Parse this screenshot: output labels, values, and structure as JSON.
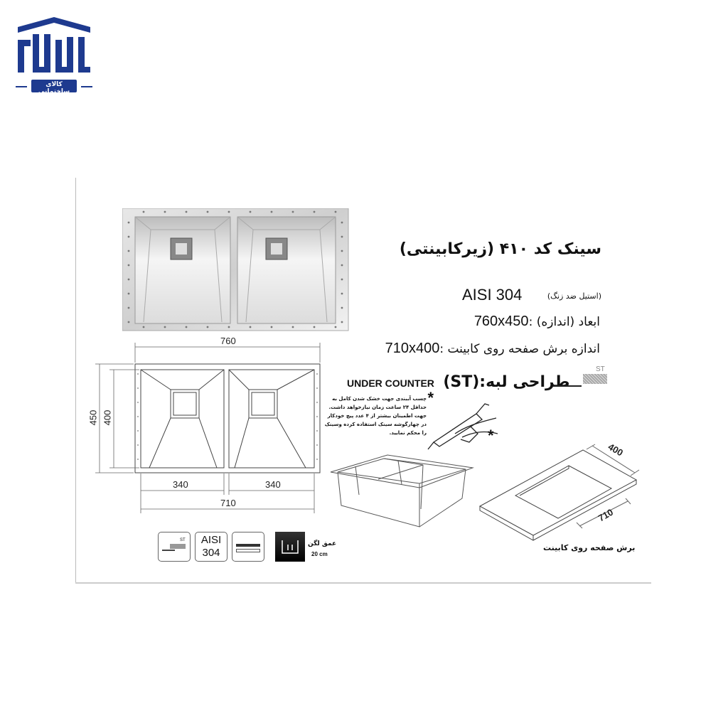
{
  "logo": {
    "text": "کالای ساختمانی",
    "color": "#1e3a8f"
  },
  "product": {
    "title": "سینک کد ۴۱۰ (زیرکابینتی)",
    "material_label": "(استیل ضد زنگ)",
    "material": "AISI 304",
    "dimensions_value": "760x450",
    "dimensions_label": ": ابعاد (اندازه)",
    "cutout_value": "710x400",
    "cutout_label": ": اندازه برش صفحه روی کابینت"
  },
  "edge_design": {
    "label": "(ST):طراحی لبه",
    "type": "UNDER COUNTER",
    "icon_label": "ST"
  },
  "drawing": {
    "overall_width": "760",
    "overall_depth": "450",
    "inner_depth": "400",
    "bowl_width_left": "340",
    "bowl_width_right": "340",
    "inner_width": "710"
  },
  "install_note": {
    "asterisk": "*",
    "lines": [
      "چسب آببندی جهت خشک شدن کامل به",
      "حداقل ۲۴ ساعت زمان نیازخواهد داشت.",
      "جهت اطمینان بیشتر از ۴ عدد پیچ خودکار",
      "در چهارگوشه سینک استفاده کرده وسینک",
      "را محکم نمایید."
    ]
  },
  "countertop": {
    "depth": "400",
    "width": "710",
    "caption": "برش صفحه روی کابینت"
  },
  "badges": {
    "st_label": "ST",
    "aisi_line1": "AISI",
    "aisi_line2": "304",
    "depth_label": "عمق لگن",
    "depth_value": "20 cm"
  }
}
